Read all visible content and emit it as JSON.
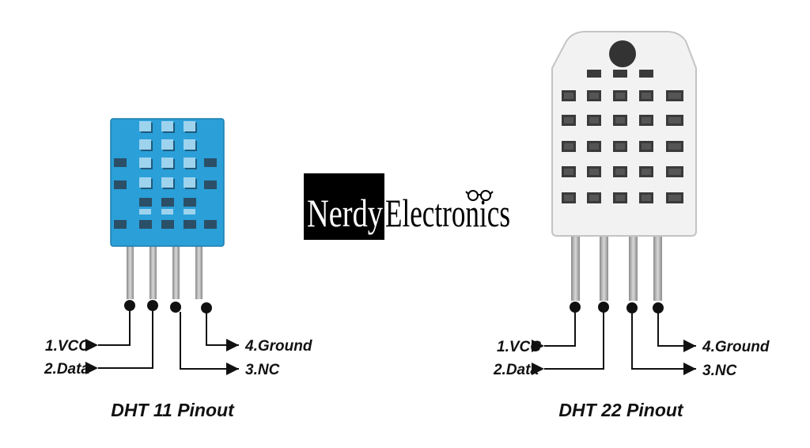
{
  "logo": {
    "text_part1": "Nerdy",
    "text_part2": "Electronics",
    "icon": "glasses-icon",
    "colors": {
      "box": "#000000",
      "part1": "#ffffff",
      "part2": "#000000"
    }
  },
  "sensors": [
    {
      "id": "dht11",
      "caption": "DHT 11 Pinout",
      "body_color": "#2a9fd8",
      "pins": [
        {
          "label": "1.VCC"
        },
        {
          "label": "2.Data"
        },
        {
          "label": "3.NC"
        },
        {
          "label": "4.Ground"
        }
      ]
    },
    {
      "id": "dht22",
      "caption": "DHT 22 Pinout",
      "body_color": "#f2f2f2",
      "pins": [
        {
          "label": "1.VCC"
        },
        {
          "label": "2.Data"
        },
        {
          "label": "3.NC"
        },
        {
          "label": "4.Ground"
        }
      ]
    }
  ]
}
